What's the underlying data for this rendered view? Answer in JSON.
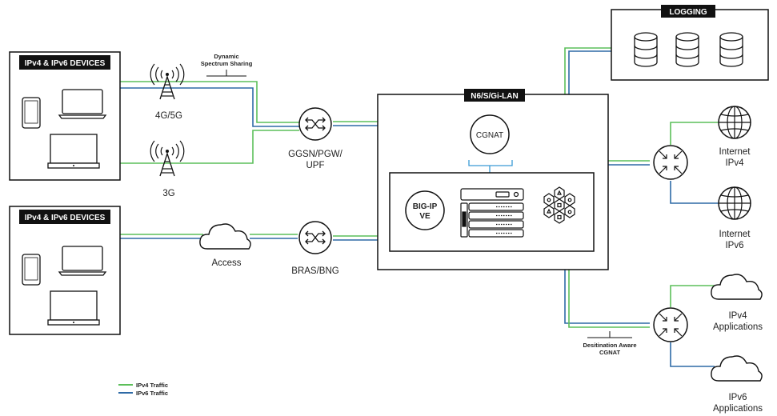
{
  "devices": {
    "top_header": "IPv4 & IPv6 DEVICES",
    "bottom_header": "IPv4 & IPv6 DEVICES"
  },
  "radio": {
    "top_label": "4G/5G",
    "bottom_label": "3G",
    "sharing_label_1": "Dynamic",
    "sharing_label_2": "Spectrum Sharing"
  },
  "gateway": {
    "line1": "GGSN/PGW/",
    "line2": "UPF"
  },
  "access": {
    "label": "Access"
  },
  "bras": {
    "label": "BRAS/BNG"
  },
  "gilan": {
    "header": "N6/S/Gi-LAN",
    "cgnat": "CGNAT",
    "bigip_1": "BIG-IP",
    "bigip_2": "VE"
  },
  "logging": {
    "header": "LOGGING"
  },
  "internet": {
    "ipv4_line1": "Internet",
    "ipv4_line2": "IPv4",
    "ipv6_line1": "Internet",
    "ipv6_line2": "IPv6"
  },
  "apps": {
    "ipv4_line1": "IPv4",
    "ipv4_line2": "Applications",
    "ipv6_line1": "IPv6",
    "ipv6_line2": "Applications"
  },
  "dest_aware": {
    "line1": "Desitination Aware",
    "line2": "CGNAT"
  },
  "legend": {
    "ipv4": "IPv4 Traffic",
    "ipv6": "IPv6 Traffic"
  },
  "colors": {
    "ipv4": "#5cbf5a",
    "ipv6": "#2e6aa6",
    "black": "#111111",
    "accent": "#3a9bd5"
  }
}
